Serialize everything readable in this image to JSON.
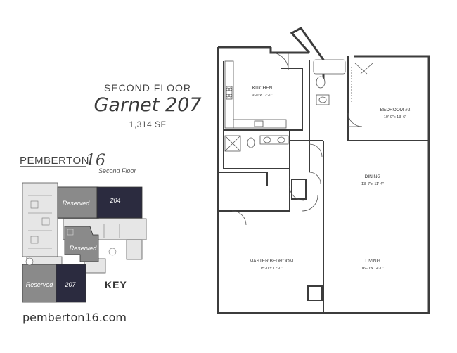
{
  "header": {
    "floor_label": "SECOND FLOOR",
    "unit_name": "Garnet 207",
    "square_footage": "1,314 SF"
  },
  "brand": {
    "name": "PEMBERTON",
    "number": "16",
    "subtitle": "Second Floor"
  },
  "key_map": {
    "units": [
      {
        "label": "Reserved",
        "fill": "#8a8a8a"
      },
      {
        "label": "204",
        "fill": "#2b2b3f"
      },
      {
        "label": "Reserved",
        "fill": "#8a8a8a"
      },
      {
        "label": "Reserved",
        "fill": "#8a8a8a"
      },
      {
        "label": "207",
        "fill": "#2b2b3f"
      }
    ],
    "key_label": "KEY"
  },
  "footer": {
    "website": "pemberton16.com"
  },
  "rooms": {
    "kitchen": {
      "name": "KITCHEN",
      "dims": "9'-0\"x 12'-0\""
    },
    "bedroom2": {
      "name": "BEDROOM #2",
      "dims": "10'-0\"x 13'-6\""
    },
    "dining": {
      "name": "DINING",
      "dims": "13'-7\"x 11'-4\""
    },
    "master": {
      "name": "MASTER BEDROOM",
      "dims": "15'-0\"x 17'-0\""
    },
    "living": {
      "name": "LIVING",
      "dims": "16'-0\"x 14'-0\""
    }
  },
  "colors": {
    "wall": "#3c3c3c",
    "reserved": "#8a8a8a",
    "highlight": "#2b2b3f"
  }
}
